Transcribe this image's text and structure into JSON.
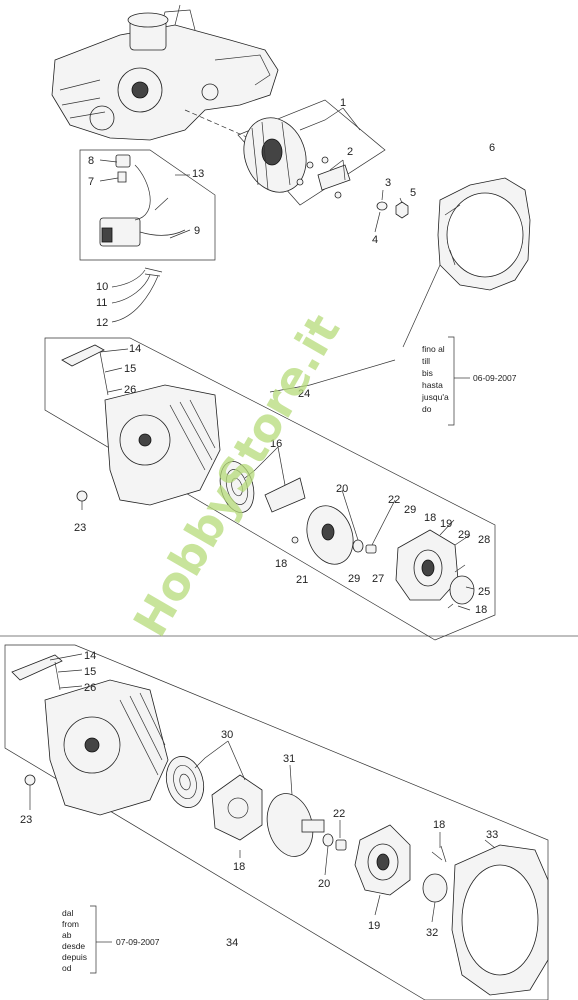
{
  "watermark": "HobbyStore.it",
  "upper_note": {
    "lines": [
      "fino al",
      "till",
      "bis",
      "hasta",
      "jusqu'a",
      "do"
    ],
    "date": "06-09-2007"
  },
  "lower_note": {
    "lines": [
      "dal",
      "from",
      "ab",
      "desde",
      "depuis",
      "od"
    ],
    "date": "07-09-2007"
  },
  "labels": {
    "l1": "1",
    "l2": "2",
    "l3": "3",
    "l4": "4",
    "l5": "5",
    "l6": "6",
    "l7": "7",
    "l8": "8",
    "l9": "9",
    "l10": "10",
    "l11": "11",
    "l12": "12",
    "l13": "13",
    "u14": "14",
    "u15": "15",
    "u26": "26",
    "u24": "24",
    "u16": "16",
    "u23": "23",
    "u18a": "18",
    "u21": "21",
    "u20": "20",
    "u22": "22",
    "u29a": "29",
    "u18b": "18",
    "u19": "19",
    "u29b": "29",
    "u28": "28",
    "u29c": "29",
    "u27": "27",
    "u25": "25",
    "u18c": "18",
    "d14": "14",
    "d15": "15",
    "d26": "26",
    "d30": "30",
    "d31": "31",
    "d23": "23",
    "d22": "22",
    "d18a": "18",
    "d18b": "18",
    "d20": "20",
    "d33": "33",
    "d19": "19",
    "d32": "32",
    "d34": "34"
  }
}
